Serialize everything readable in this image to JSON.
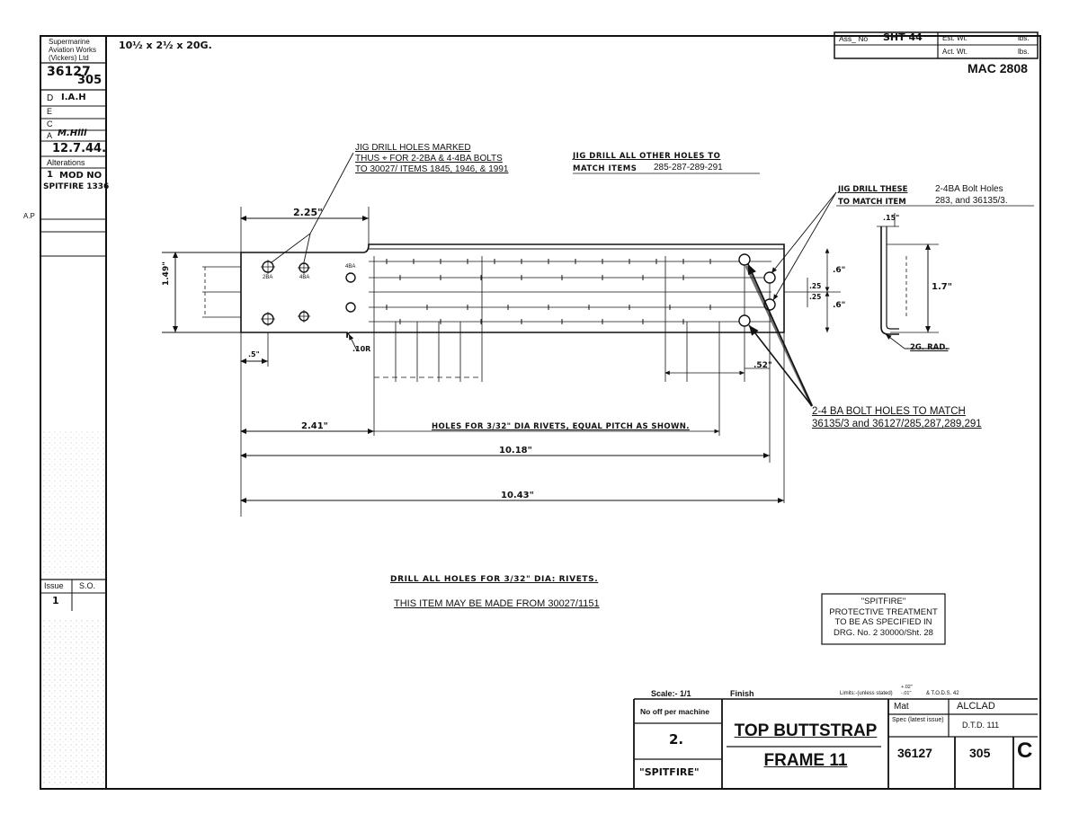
{
  "left_panel": {
    "company": [
      "Supermarine",
      "Aviation Works",
      "(Vickers) Ltd"
    ],
    "drawing_no": "36127",
    "drawing_sheet": "305",
    "rows": [
      "D",
      "E",
      "C",
      "A"
    ],
    "d_initials": "I.A.H",
    "a_initials": "M.Hill",
    "date": "12.7.44.",
    "alterations": "Alterations",
    "issue_mark": "1",
    "mod_no": "MOD NO",
    "mod_ref": "SPITFIRE 1336",
    "ap_mark": "A.P",
    "issue_label": "Issue",
    "so_label": "S.O.",
    "issue_val": "1"
  },
  "top": {
    "material_size": "10½ x 2½ x 20G.",
    "ass_no_label": "Ass_ No",
    "ass_no_value": "SHT 44",
    "est_wt_label": "Est. Wt.",
    "act_wt_label": "Act. Wt.",
    "lbs": "lbs.",
    "mac": "MAC 2808"
  },
  "notes": {
    "jig_drill_marked": [
      "JIG DRILL HOLES MARKED",
      "THUS ⌖ FOR 2-2BA & 4-4BA BOLTS",
      "TO  30027/ ITEMS 1845, 1946, & 1991"
    ],
    "jig_drill_other": [
      "JIG DRILL ALL OTHER HOLES TO",
      "MATCH  ITEMS"
    ],
    "jig_drill_other_items": "285-287-289-291",
    "jig_drill_these": "JIG DRILL THESE",
    "jig_drill_these_2": "2-4BA Bolt Holes",
    "to_match_item": "TO MATCH  ITEM",
    "to_match_item_2": "283, and 36135/3.",
    "bolt_holes_match": [
      "2-4 BA BOLT HOLES TO MATCH",
      "36135/3  and  36127/285,287,289,291"
    ],
    "rivets_note": "HOLES  FOR  3/32\" DIA RIVETS, EQUAL  PITCH  AS SHOWN.",
    "drill_all": "DRILL  ALL HOLES  FOR  3/32\" DIA: RIVETS.",
    "may_be_made": "THIS ITEM MAY BE MADE FROM 30027/1151",
    "protective": [
      "\"SPITFIRE\"",
      "PROTECTIVE TREATMENT",
      "TO BE AS SPECIFIED IN",
      "DRG. No. 2 30000/Sht. 28"
    ]
  },
  "dims": {
    "d225": "2.25\"",
    "d149": "1.49\"",
    "d_small": ".5\"",
    "d10r": ".10R",
    "d241": "2.41\"",
    "d1018": "10.18\"",
    "d1043": "10.43\"",
    "d52": ".52\"",
    "d6a": ".6\"",
    "d6b": ".6\"",
    "d25": ".25",
    "d25b": ".25",
    "d17": "1.7\"",
    "d15": ".15\"",
    "rad": "2G. RAD.",
    "hole_2ba": "2BA",
    "hole_4ba": "4BA",
    "hole_4ba2": "4BA"
  },
  "title_block": {
    "scale": "Scale:- 1/1",
    "finish": "Finish",
    "limits": "Limits:-(unless stated)",
    "limits_vals": "+.02\" -.01\"",
    "limits_std": "& T.O.D.S. 42",
    "off_label": "No  off per machine",
    "off_val": "2.",
    "spitfire": "\"SPITFIRE\"",
    "title1": "TOP BUTTSTRAP",
    "title2": "FRAME 11",
    "mat_label": "Mat",
    "mat_val": "ALCLAD",
    "spec_label": "Spec (latest issue)",
    "spec_val": "D.T.D. 111",
    "drg_no": "36127",
    "drg_item": "305",
    "issue_letter": "C"
  }
}
